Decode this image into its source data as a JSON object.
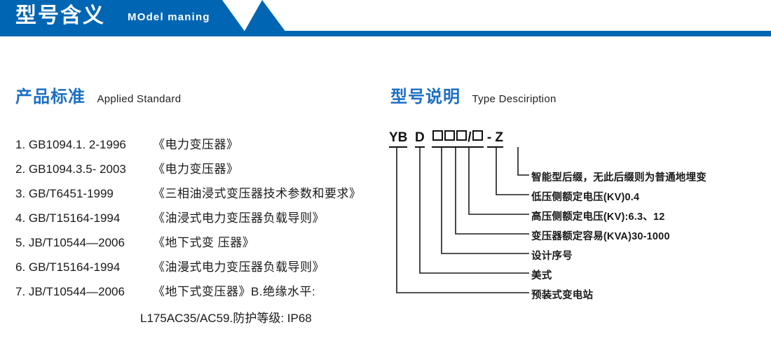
{
  "header": {
    "title_cn": "型号含义",
    "title_en": "MOdel maning",
    "accent_color": "#0066b3"
  },
  "sections": {
    "standards": {
      "heading_cn": "产品标准",
      "heading_en": "Applied Standard",
      "heading_color": "#1c6fc4",
      "items": [
        {
          "num": "1.",
          "code": "GB1094.1. 2-1996",
          "name": "《电力变压器》"
        },
        {
          "num": "2.",
          "code": "GB1094.3.5- 2003",
          "name": "《电力变压器》"
        },
        {
          "num": "3.",
          "code": "GB/T6451-1999",
          "name": "《三相油浸式变压器技术参数和要求》"
        },
        {
          "num": "4.",
          "code": "GB/T15164-1994",
          "name": "《油浸式电力变压器负载导则》"
        },
        {
          "num": "5.",
          "code": "JB/T10544—2006",
          "name": "《地下式变 压器》"
        },
        {
          "num": "6.",
          "code": "GB/T15164-1994",
          "name": "《油漫式电力变压器负载导则》"
        },
        {
          "num": "7.",
          "code": "JB/T10544—2006",
          "name": "《地下式变压器》B.绝缘水平:"
        }
      ],
      "continuation": "L175AC35/AC59.防护等级: IP68"
    },
    "type_description": {
      "heading_cn": "型号说明",
      "heading_en": "Type Desciription",
      "heading_color": "#1c6fc4",
      "code_segments": [
        {
          "kind": "text",
          "text": "YB"
        },
        {
          "kind": "space"
        },
        {
          "kind": "text",
          "text": "D"
        },
        {
          "kind": "space"
        },
        {
          "kind": "box"
        },
        {
          "kind": "box"
        },
        {
          "kind": "box"
        },
        {
          "kind": "text",
          "text": "/"
        },
        {
          "kind": "box"
        },
        {
          "kind": "space"
        },
        {
          "kind": "text",
          "text": "-"
        },
        {
          "kind": "text",
          "text": "Z"
        }
      ],
      "code_raw": "YB D □□□/□ -Z",
      "labels": [
        "智能型后缀，无此后缀则为普通地埋变",
        "低压侧额定电压(KV)0.4",
        "高压侧额定电压(KV):6.3、12",
        "变压器额定容易(KVA)30-1000",
        "设计序号",
        "美式",
        "预装式变电站"
      ]
    }
  }
}
